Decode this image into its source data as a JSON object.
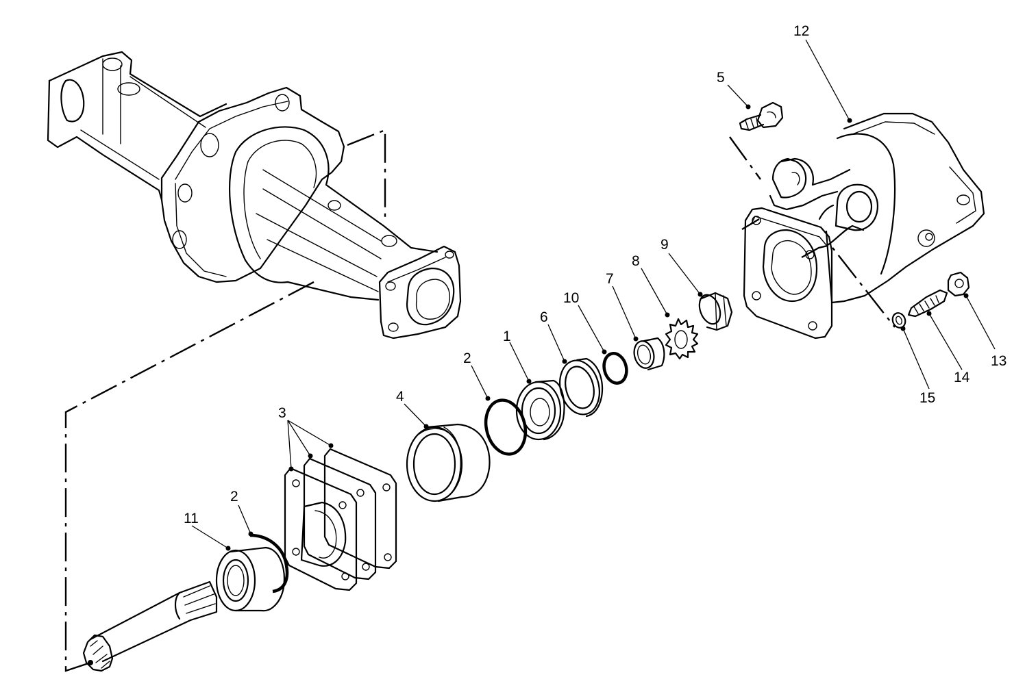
{
  "callouts": {
    "c1": "1",
    "c2a": "2",
    "c2b": "2",
    "c3": "3",
    "c4": "4",
    "c5": "5",
    "c6": "6",
    "c7": "7",
    "c8": "8",
    "c9": "9",
    "c10": "10",
    "c11": "11",
    "c12": "12",
    "c13": "13",
    "c14": "14",
    "c15": "15"
  }
}
